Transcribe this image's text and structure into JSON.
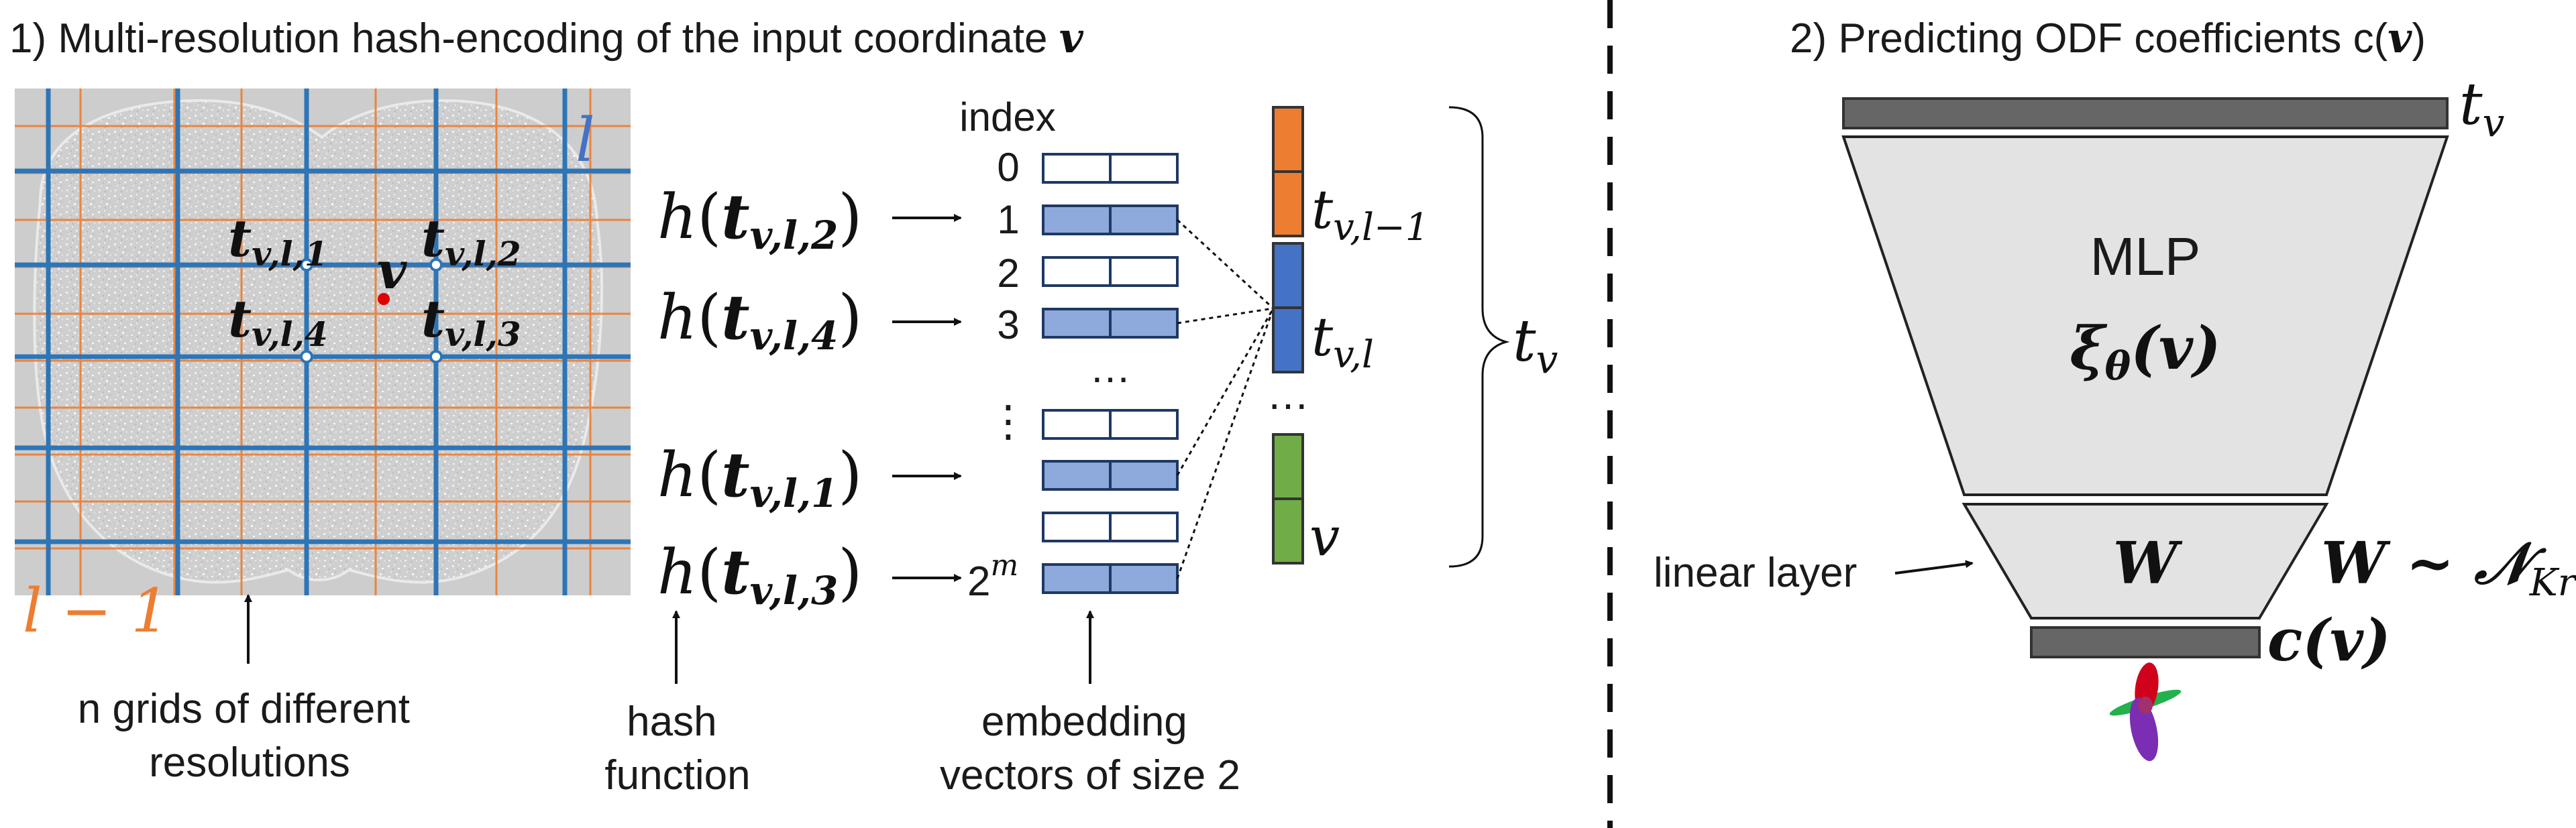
{
  "colors": {
    "grid_blue": "#2E75B6",
    "grid_orange": "#ED7D31",
    "slot_fill": "#8EA9DB",
    "slot_stroke": "#1F3864",
    "vec_orange": "#ED7D31",
    "vec_blue": "#4472C4",
    "vec_green": "#70AD47",
    "mlp_fill": "#E3E3E3",
    "layer_bar": "#666666",
    "point_red": "#E00000"
  },
  "section1": {
    "title": "1) Multi-resolution hash-encoding of the input coordinate ",
    "title_symbol": "v"
  },
  "section2": {
    "title": "2) Predicting ODF coefficients c(",
    "title_symbol": "v",
    "title_end": ")"
  },
  "brain_panel": {
    "label_fine_level": "l",
    "label_coarse_level": "l − 1",
    "point_label": "v",
    "corners": [
      "t",
      "t",
      "t",
      "t"
    ],
    "corner_subscripts": [
      "v,l,1",
      "v,l,2",
      "v,l,4",
      "v,l,3"
    ],
    "caption_line1": "n grids of different",
    "caption_line2": "resolutions"
  },
  "hash": {
    "func": "h",
    "t": "t",
    "inputs": [
      "v,l,2",
      "v,l,4",
      "v,l,1",
      "v,l,3"
    ],
    "caption_line1": "hash",
    "caption_line2": "function"
  },
  "table": {
    "index_header": "index",
    "indices": [
      "0",
      "1",
      "2",
      "3"
    ],
    "ellipsis": "…",
    "vdots": "⋮",
    "last_index_base": "2",
    "last_index_exp": "m",
    "caption_line1": "embedding",
    "caption_line2": "vectors of size 2"
  },
  "feature_vector": {
    "seg1_base": "t",
    "seg1_sub": "v,l−1",
    "seg2_base": "t",
    "seg2_sub": "v,l",
    "dots": "…",
    "seg3": "v",
    "brace_base": "t",
    "brace_sub": "v"
  },
  "mlp": {
    "input_base": "t",
    "input_sub": "v",
    "label": "MLP",
    "func_base": "ξ",
    "func_sub": "θ",
    "func_arg": "(v)",
    "linear_label": "linear layer",
    "w_label": "W",
    "w_dist_base": "W ~ 𝒩",
    "w_dist_sub": "Kr",
    "output_label": "c(v)"
  }
}
